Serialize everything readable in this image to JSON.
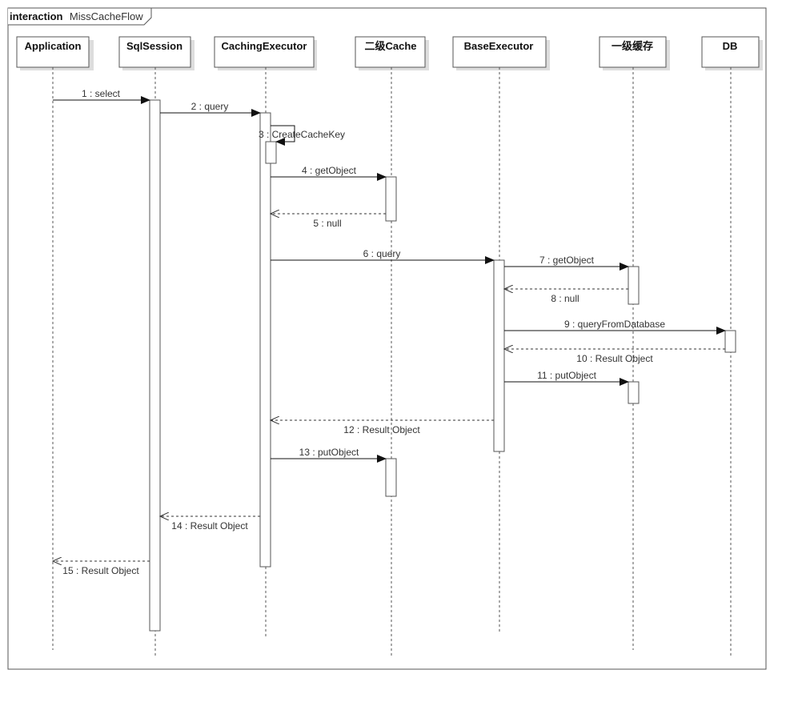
{
  "frame": {
    "keyword": "interaction",
    "name": "MissCacheFlow"
  },
  "lifelines": [
    {
      "id": "application",
      "label": "Application"
    },
    {
      "id": "sqlsession",
      "label": "SqlSession"
    },
    {
      "id": "cachingexecutor",
      "label": "CachingExecutor"
    },
    {
      "id": "l2cache",
      "label": "二级Cache"
    },
    {
      "id": "baseexecutor",
      "label": "BaseExecutor"
    },
    {
      "id": "l1cache",
      "label": "一级缓存"
    },
    {
      "id": "db",
      "label": "DB"
    }
  ],
  "messages": [
    {
      "label": "1 : select",
      "from": "application",
      "to": "sqlsession",
      "kind": "call"
    },
    {
      "label": "2 : query",
      "from": "sqlsession",
      "to": "cachingexecutor",
      "kind": "call"
    },
    {
      "label": "3 : CreateCacheKey",
      "from": "cachingexecutor",
      "to": "cachingexecutor",
      "kind": "self"
    },
    {
      "label": "4 : getObject",
      "from": "cachingexecutor",
      "to": "l2cache",
      "kind": "call"
    },
    {
      "label": "5 : null",
      "from": "l2cache",
      "to": "cachingexecutor",
      "kind": "return"
    },
    {
      "label": "6 : query",
      "from": "cachingexecutor",
      "to": "baseexecutor",
      "kind": "call"
    },
    {
      "label": "7 : getObject",
      "from": "baseexecutor",
      "to": "l1cache",
      "kind": "call"
    },
    {
      "label": "8 : null",
      "from": "l1cache",
      "to": "baseexecutor",
      "kind": "return"
    },
    {
      "label": "9 : queryFromDatabase",
      "from": "baseexecutor",
      "to": "db",
      "kind": "call"
    },
    {
      "label": "10 : Result Object",
      "from": "db",
      "to": "baseexecutor",
      "kind": "return"
    },
    {
      "label": "11 : putObject",
      "from": "baseexecutor",
      "to": "l1cache",
      "kind": "call"
    },
    {
      "label": "12 : Result Object",
      "from": "baseexecutor",
      "to": "cachingexecutor",
      "kind": "return"
    },
    {
      "label": "13 : putObject",
      "from": "cachingexecutor",
      "to": "l2cache",
      "kind": "call"
    },
    {
      "label": "14 : Result Object",
      "from": "cachingexecutor",
      "to": "sqlsession",
      "kind": "return"
    },
    {
      "label": "15 : Result Object",
      "from": "sqlsession",
      "to": "application",
      "kind": "return"
    }
  ]
}
